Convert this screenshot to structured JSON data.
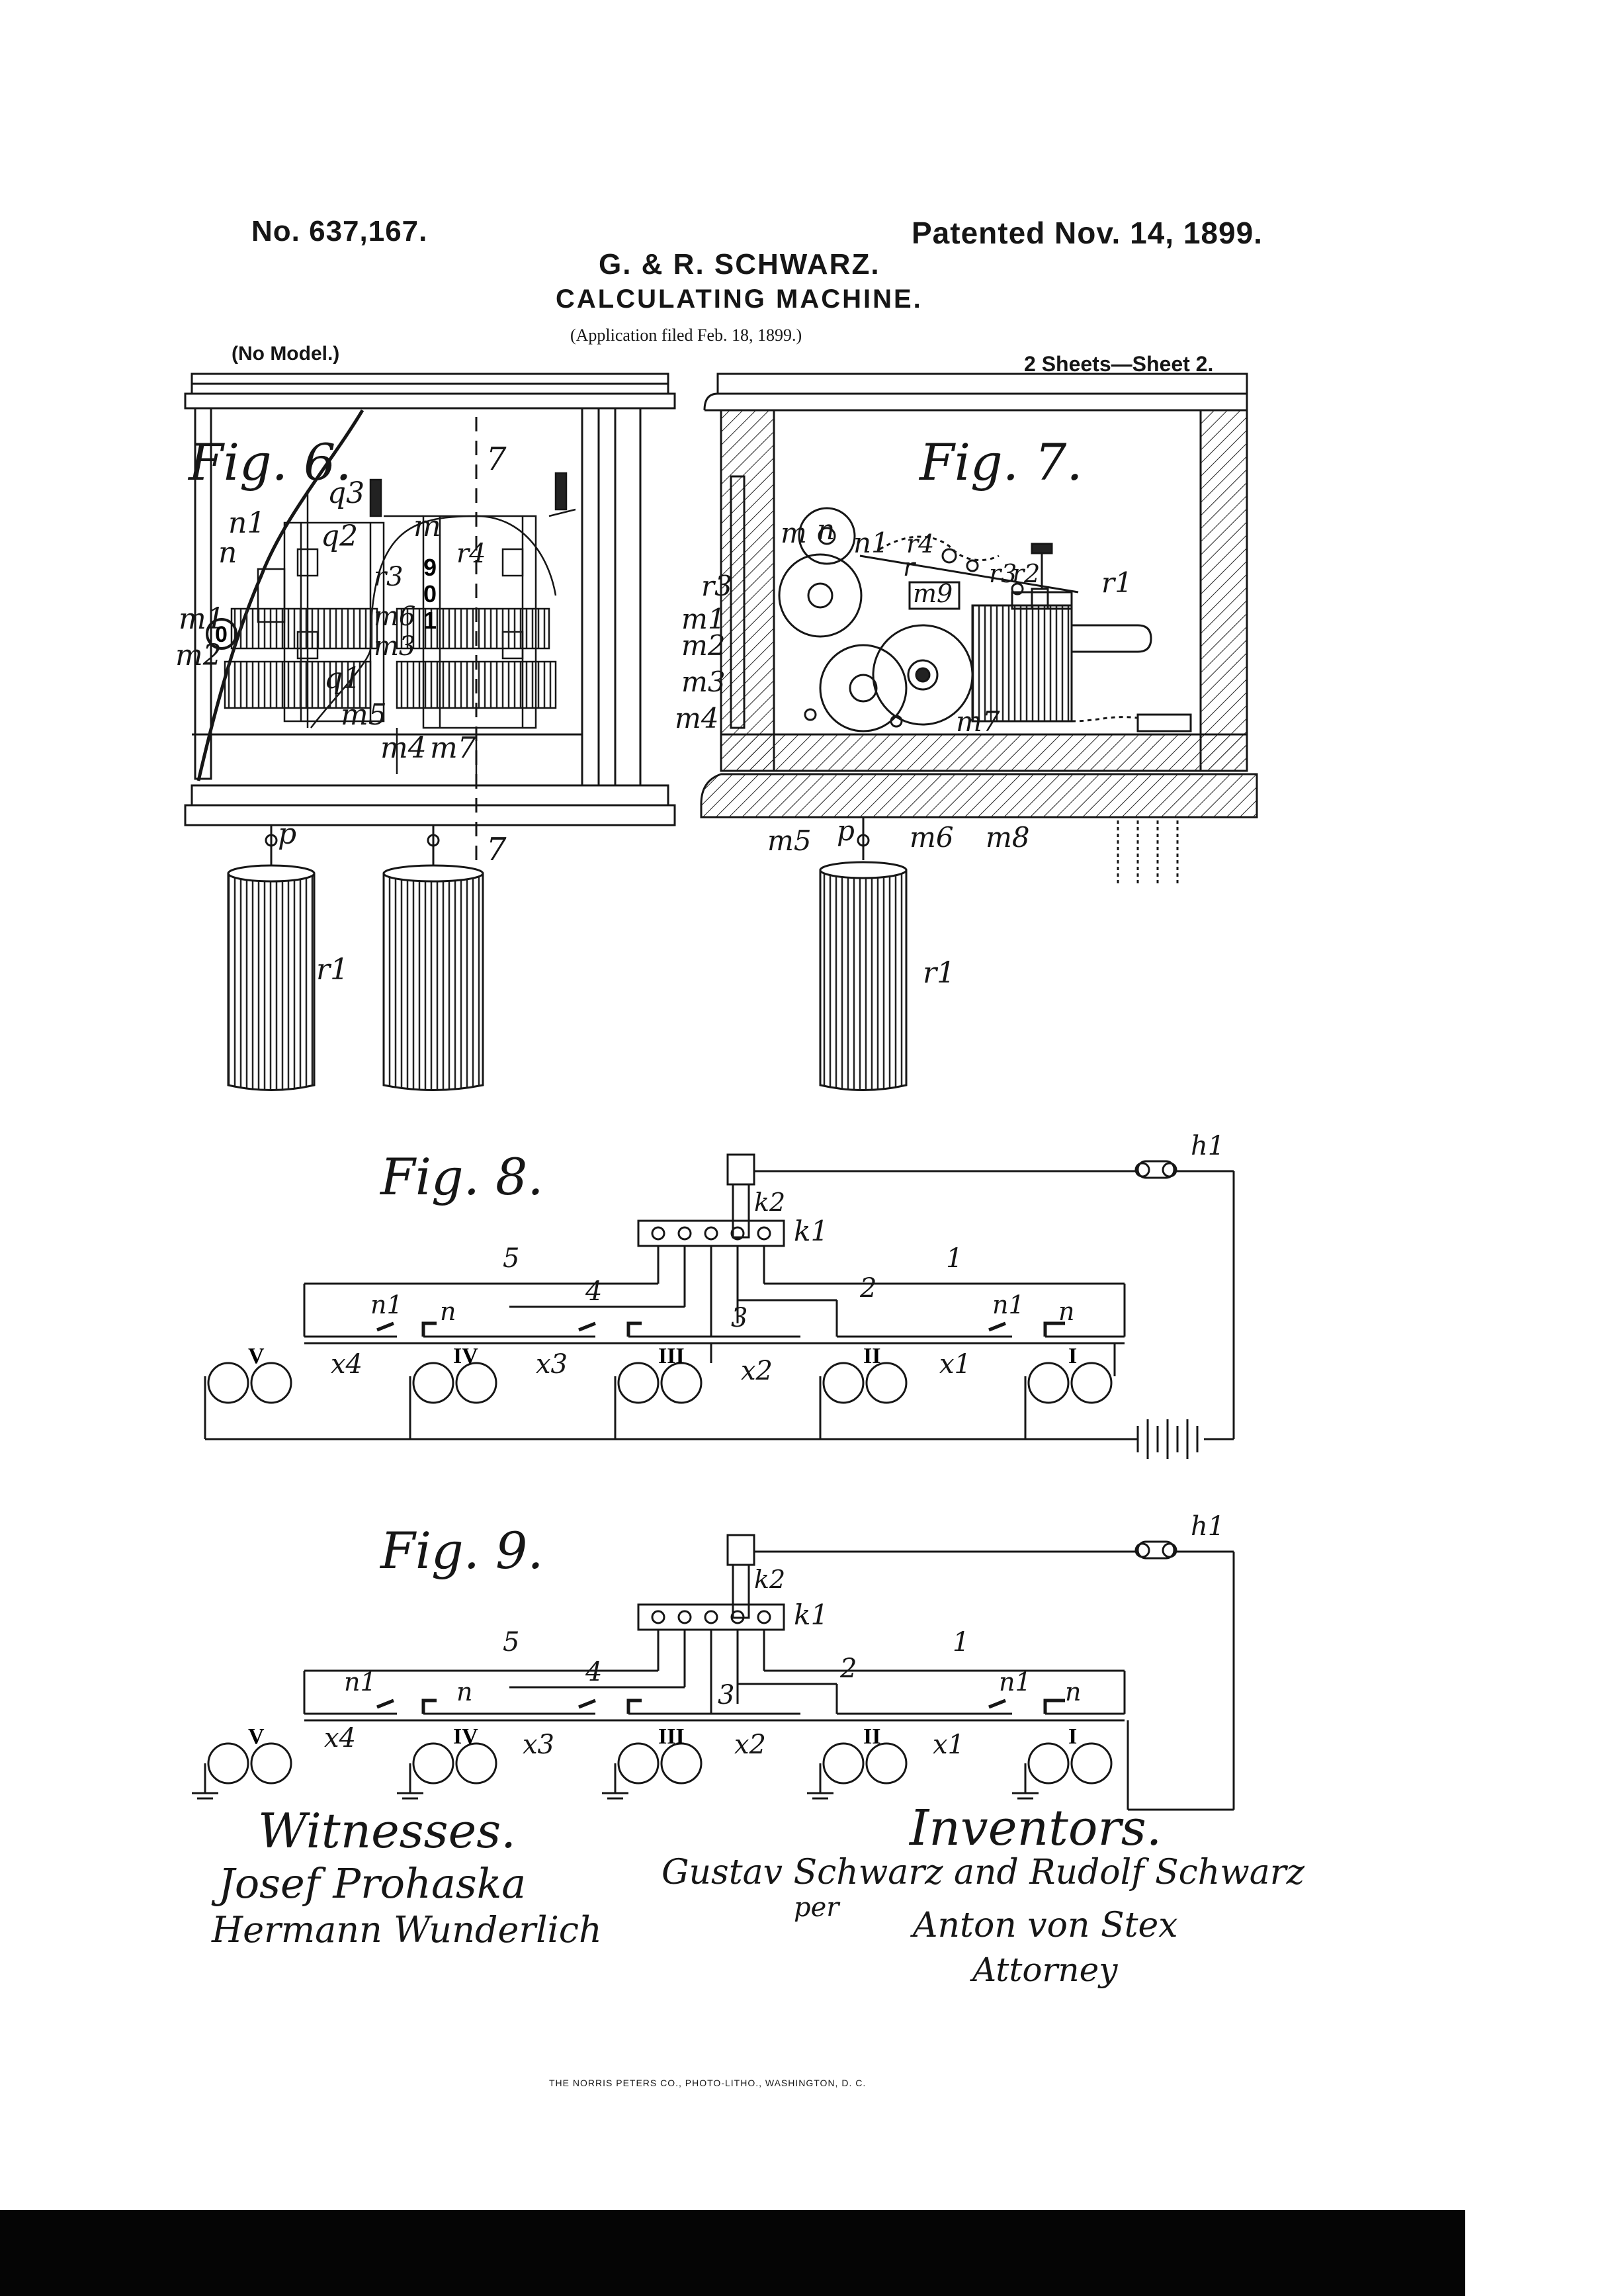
{
  "header": {
    "patent_number": "No. 637,167.",
    "patent_date": "Patented Nov. 14, 1899.",
    "inventors": "G. & R. SCHWARZ.",
    "title": "CALCULATING MACHINE.",
    "application": "(Application filed Feb. 18, 1899.)",
    "model": "(No Model.)",
    "sheets": "2 Sheets—Sheet 2."
  },
  "figures": {
    "fig6": {
      "title": "Fig. 6.",
      "labels": [
        "q3",
        "n1",
        "n",
        "m1",
        "m2",
        "q2",
        "m",
        "r4",
        "r3",
        "m6",
        "m3",
        "q1",
        "m5",
        "m4",
        "m7",
        "7",
        "p",
        "r1"
      ],
      "display_digits": [
        "9",
        "0",
        "1"
      ],
      "dial_digit": "0"
    },
    "fig7": {
      "title": "Fig. 7.",
      "labels": [
        "m",
        "n",
        "n1",
        "r4",
        "r",
        "r3",
        "r2",
        "r1",
        "r3",
        "m9",
        "m1",
        "m2",
        "m3",
        "m4",
        "m5",
        "p",
        "m6",
        "m8",
        "m7",
        "r1"
      ]
    },
    "fig8": {
      "title": "Fig. 8.",
      "labels": [
        "k2",
        "k1",
        "h1",
        "5",
        "4",
        "3",
        "2",
        "1",
        "n1",
        "n",
        "x4",
        "x3",
        "x2",
        "x1"
      ],
      "coils": [
        "V",
        "IV",
        "III",
        "II",
        "I"
      ]
    },
    "fig9": {
      "title": "Fig. 9.",
      "labels": [
        "k2",
        "k1",
        "h1",
        "5",
        "4",
        "3",
        "2",
        "1",
        "n1",
        "n",
        "x4",
        "x3",
        "x2",
        "x1"
      ],
      "coils": [
        "V",
        "IV",
        "III",
        "II",
        "I"
      ]
    }
  },
  "signatures": {
    "witnesses_heading": "Witnesses.",
    "witness_1": "Josef Prohaska",
    "witness_2": "Hermann Wunderlich",
    "inventors_heading": "Inventors.",
    "inventor_names": "Gustav Schwarz and Rudolf Schwarz",
    "per": "per",
    "attorney_name": "Anton von Stex",
    "attorney_title": "Attorney"
  },
  "printer": "THE NORRIS PETERS CO., PHOTO-LITHO., WASHINGTON, D. C."
}
